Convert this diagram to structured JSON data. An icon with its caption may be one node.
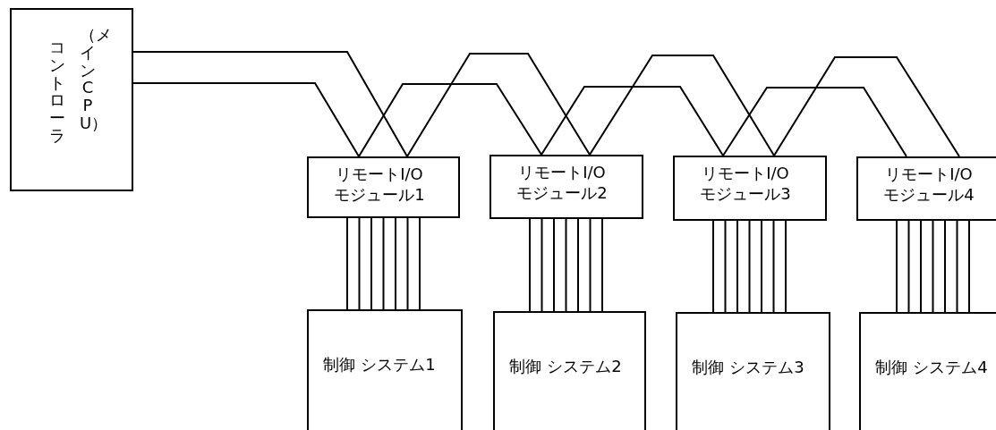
{
  "diagram": {
    "nodes": [
      {
        "text": [
          "コントローラ",
          "（メインCPU）"
        ]
      },
      {
        "text": [
          "リモートI/O モジュール1"
        ]
      },
      {
        "text": [
          "リモートI/O モジュール2"
        ]
      },
      {
        "text": [
          "リモートI/O モジュール3"
        ]
      },
      {
        "text": [
          "リモートI/O モジュール4"
        ]
      },
      {
        "text": [
          "制御 システム1"
        ]
      },
      {
        "text": [
          "制御 システム2"
        ]
      },
      {
        "text": [
          "制御 システム3"
        ]
      },
      {
        "text": [
          "制御 システム4"
        ]
      }
    ],
    "edges": [
      {
        "from": 0,
        "to": 1,
        "arrow": "none"
      },
      {
        "from": 0,
        "to": 1,
        "arrow": "none"
      },
      {
        "from": 1,
        "to": 2,
        "arrow": "none"
      },
      {
        "from": 1,
        "to": 2,
        "arrow": "none"
      },
      {
        "from": 2,
        "to": 3,
        "arrow": "none"
      },
      {
        "from": 2,
        "to": 3,
        "arrow": "none"
      },
      {
        "from": 3,
        "to": 4,
        "arrow": "none"
      },
      {
        "from": 3,
        "to": 4,
        "arrow": "none"
      },
      {
        "from": 1,
        "to": 5,
        "arrow": "none"
      },
      {
        "from": 1,
        "to": 5,
        "arrow": "none"
      },
      {
        "from": 1,
        "to": 5,
        "arrow": "none"
      },
      {
        "from": 1,
        "to": 5,
        "arrow": "none"
      },
      {
        "from": 1,
        "to": 5,
        "arrow": "none"
      },
      {
        "from": 1,
        "to": 5,
        "arrow": "none"
      },
      {
        "from": 1,
        "to": 5,
        "arrow": "none"
      },
      {
        "from": 2,
        "to": 6,
        "arrow": "none"
      },
      {
        "from": 2,
        "to": 6,
        "arrow": "none"
      },
      {
        "from": 2,
        "to": 6,
        "arrow": "none"
      },
      {
        "from": 2,
        "to": 6,
        "arrow": "none"
      },
      {
        "from": 2,
        "to": 6,
        "arrow": "none"
      },
      {
        "from": 2,
        "to": 6,
        "arrow": "none"
      },
      {
        "from": 2,
        "to": 6,
        "arrow": "none"
      },
      {
        "from": 3,
        "to": 7,
        "arrow": "none"
      },
      {
        "from": 3,
        "to": 7,
        "arrow": "none"
      },
      {
        "from": 3,
        "to": 7,
        "arrow": "none"
      },
      {
        "from": 3,
        "to": 7,
        "arrow": "none"
      },
      {
        "from": 3,
        "to": 7,
        "arrow": "none"
      },
      {
        "from": 3,
        "to": 7,
        "arrow": "none"
      },
      {
        "from": 3,
        "to": 7,
        "arrow": "none"
      },
      {
        "from": 4,
        "to": 8,
        "arrow": "none"
      },
      {
        "from": 4,
        "to": 8,
        "arrow": "none"
      },
      {
        "from": 4,
        "to": 8,
        "arrow": "none"
      },
      {
        "from": 4,
        "to": 8,
        "arrow": "none"
      },
      {
        "from": 4,
        "to": 8,
        "arrow": "none"
      },
      {
        "from": 4,
        "to": 8,
        "arrow": "none"
      },
      {
        "from": 4,
        "to": 8,
        "arrow": "none"
      }
    ]
  }
}
